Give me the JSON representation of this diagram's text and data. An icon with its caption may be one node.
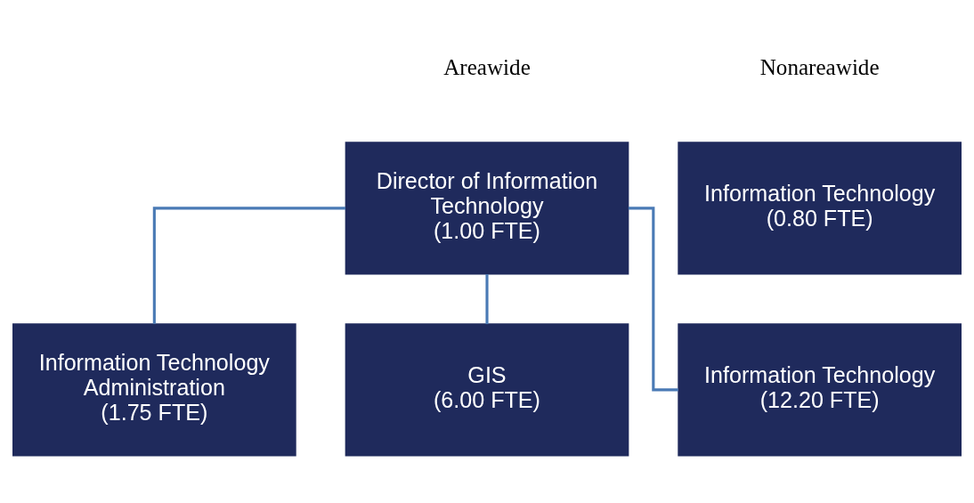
{
  "diagram": {
    "nodes": [
      {
        "text": [
          "Director of Information Technology",
          "(1.00 FTE)"
        ]
      },
      {
        "text": [
          "Information Technology Administration",
          "(1.75 FTE)"
        ]
      },
      {
        "text": [
          "GIS",
          "(6.00 FTE)"
        ]
      },
      {
        "text": [
          "Information Technology",
          "(12.20 FTE)"
        ]
      },
      {
        "text": [
          "Information Technology",
          "(0.80 FTE)"
        ]
      }
    ],
    "edges": [
      {
        "from": 0,
        "to": 1,
        "arrow": "none"
      },
      {
        "from": 0,
        "to": 2,
        "arrow": "none"
      },
      {
        "from": 0,
        "to": 3,
        "arrow": "none"
      }
    ],
    "labels": [
      "Areawide",
      "Nonareawide"
    ]
  }
}
